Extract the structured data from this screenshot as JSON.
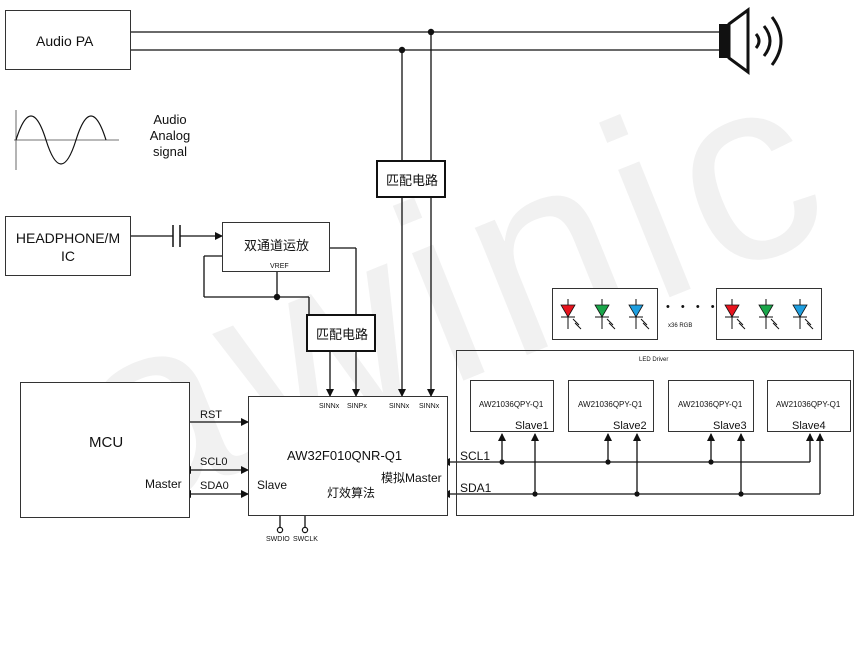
{
  "blocks": {
    "audio_pa": "Audio PA",
    "audio_signal_caption": [
      "Audio",
      "Analog",
      "signal"
    ],
    "headphone_mic": [
      "HEADPHONE/M",
      "IC"
    ],
    "dual_opamp": "双通道运放",
    "vref": "VREF",
    "match_circuit_top": "匹配电路",
    "match_circuit_mid": "匹配电路",
    "mcu": "MCU",
    "mcu_master": "Master",
    "chip_name": "AW32F010QNR-Q1",
    "chip_slave": "Slave",
    "chip_algo": "灯效算法",
    "chip_sim_master": "模拟Master",
    "led_driver_title": "LED Driver",
    "rgb_count": "x36 RGB",
    "ellipsis": "• • • •"
  },
  "pins": {
    "sinnx_1": "SINNx",
    "sinpx": "SINPx",
    "sinnx_2": "SINNx",
    "sinnx_3": "SINNx",
    "swdio": "SWDIO",
    "swclk": "SWCLK"
  },
  "signals": {
    "rst": "RST",
    "scl0": "SCL0",
    "sda0": "SDA0",
    "scl1": "SCL1",
    "sda1": "SDA1"
  },
  "slaves": [
    {
      "part": "AW21036QPY-Q1",
      "role": "Slave1"
    },
    {
      "part": "AW21036QPY-Q1",
      "role": "Slave2"
    },
    {
      "part": "AW21036QPY-Q1",
      "role": "Slave3"
    },
    {
      "part": "AW21036QPY-Q1",
      "role": "Slave4"
    }
  ],
  "led_colors": {
    "red": "#e8141e",
    "green": "#1aa64a",
    "blue": "#1e9fe0"
  },
  "icons": {
    "speaker": "speaker-icon",
    "sine_wave": "sine-wave-icon",
    "capacitor": "capacitor-icon",
    "opamp_feedback": "feedback-loop"
  }
}
